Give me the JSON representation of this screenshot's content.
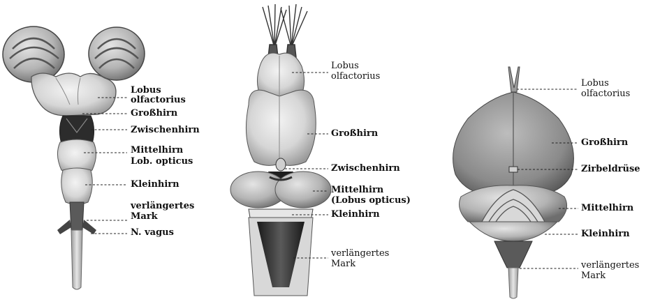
{
  "figures": {
    "left": {
      "labels": {
        "lobus1": "Lobus",
        "lobus2": "olfactorius",
        "grosshirn": "Großhirn",
        "zwischenhirn": "Zwischenhirn",
        "mittelhirn": "Mittelhirn",
        "lob_opticus": "Lob. opticus",
        "kleinhirn": "Kleinhirn",
        "verl1": "verlängertes",
        "verl2": "Mark",
        "vagus": "N. vagus"
      }
    },
    "middle": {
      "labels": {
        "lobus1": "Lobus",
        "lobus2": "olfactorius",
        "grosshirn": "Großhirn",
        "zwischenhirn": "Zwischenhirn",
        "mittelhirn1": "Mittelhirn",
        "mittelhirn2": "(Lobus opticus)",
        "kleinhirn": "Kleinhirn",
        "verl1": "verlängertes",
        "verl2": "Mark"
      }
    },
    "right": {
      "labels": {
        "lobus1": "Lobus",
        "lobus2": "olfactorius",
        "grosshirn": "Großhirn",
        "zirbeldruese": "Zirbeldrüse",
        "mittelhirn": "Mittelhirn",
        "kleinhirn": "Kleinhirn",
        "verl1": "verlängertes",
        "verl2": "Mark"
      }
    }
  },
  "colors": {
    "tissue_light": "#e2e2e2",
    "tissue_mid": "#bdbdbd",
    "tissue_dark": "#7a7a7a",
    "tissue_darkest": "#3a3a3a",
    "ink": "#111111"
  }
}
